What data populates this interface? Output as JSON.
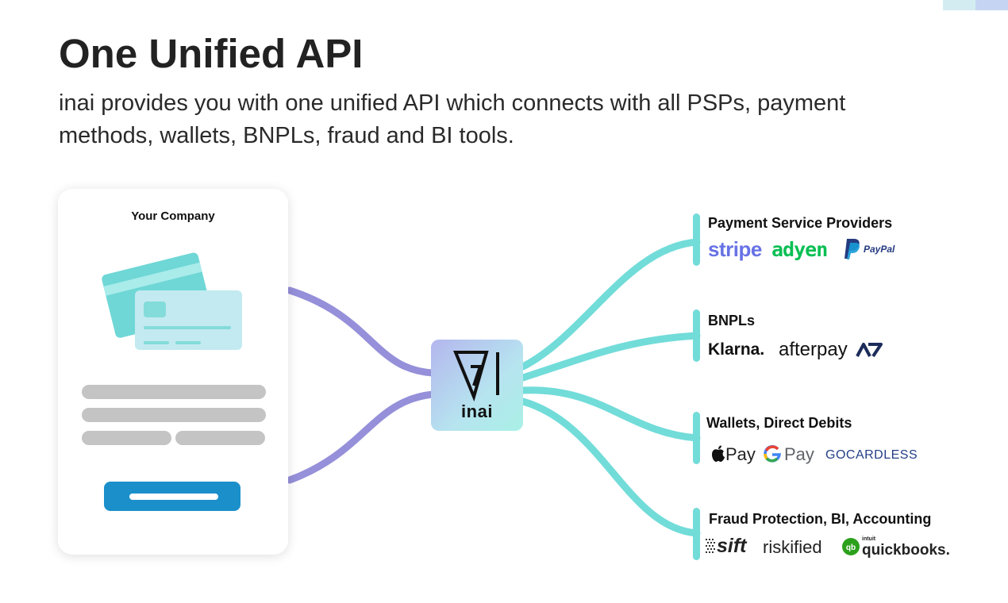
{
  "header": {
    "title": "One Unified API",
    "subtitle": "inai provides you with one unified API which connects with all PSPs, payment methods, wallets, BNPLs, fraud and BI tools."
  },
  "company": {
    "label": "Your Company"
  },
  "center": {
    "brand": "inai"
  },
  "groups": [
    {
      "title": "Payment Service Providers",
      "logos": [
        "stripe",
        "adyen",
        "PayPal"
      ]
    },
    {
      "title": "BNPLs",
      "logos": [
        "Klarna.",
        "afterpay"
      ]
    },
    {
      "title": "Wallets, Direct Debits",
      "logos": [
        "Pay",
        "Pay",
        "GOCARDLESS"
      ]
    },
    {
      "title": "Fraud Protection, BI, Accounting",
      "logos": [
        "sift",
        "riskified",
        "intuit",
        "quickbooks."
      ]
    }
  ],
  "colors": {
    "left_connector": "#9590d9",
    "right_connector": "#72dcd9",
    "button": "#1b8fca",
    "card_teal": "#6fd7d6",
    "card_light": "#c2eaf0"
  },
  "icons": [
    "credit-card-icon",
    "inai-logo-icon",
    "paypal-icon",
    "afterpay-icon",
    "apple-icon",
    "google-g-icon",
    "quickbooks-icon"
  ]
}
